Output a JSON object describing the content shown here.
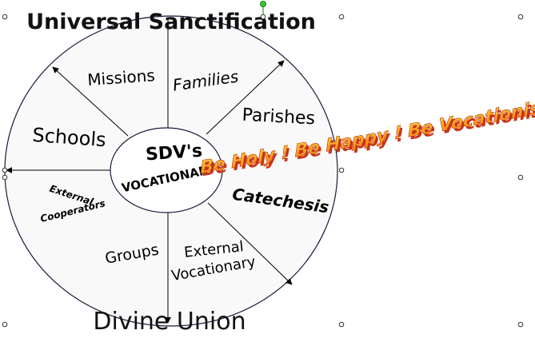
{
  "diagram": {
    "title_top": "Universal Sanctification",
    "title_bottom": "Divine Union",
    "center": {
      "line1": "SDV's",
      "line2": "VOCATIONARY"
    },
    "slogan": "Be Holy ! Be Happy ! Be Vocationist !",
    "segments": {
      "missions": "Missions",
      "families": "Families",
      "schools": "Schools",
      "parishes": "Parishes",
      "external_cooperators_line1": "External",
      "external_cooperators_line2": "Cooperators",
      "catechesis": "Catechesis",
      "groups": "Groups",
      "external_vocationary_line1": "External",
      "external_vocationary_line2": "Vocationary"
    },
    "colors": {
      "ring_stroke": "#1a1a3a",
      "wheel_fill": "#f9f9f9",
      "slogan_fill": "#ff9a1a",
      "slogan_shadow": "#d83a1a",
      "handle_rotate": "#33cc33"
    }
  }
}
